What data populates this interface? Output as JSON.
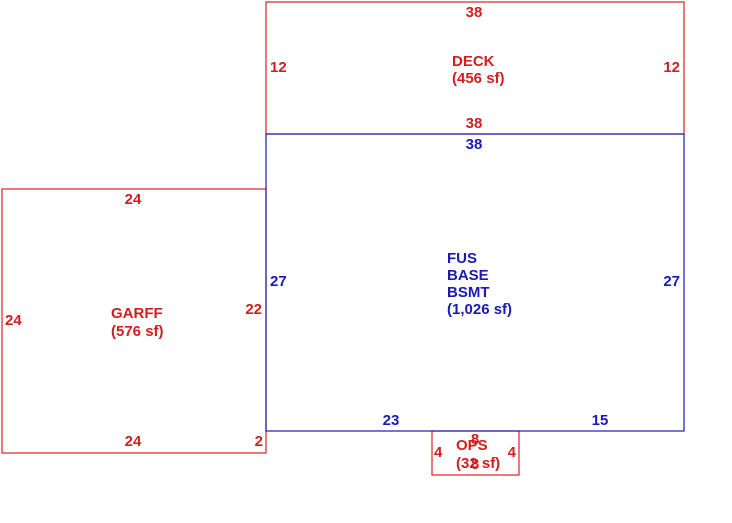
{
  "colors": {
    "garage_deck_porch": "#d21e1e",
    "main": "#1a1ab4"
  },
  "areas": {
    "deck": {
      "name": "DECK",
      "area": "(456 sf)",
      "dims": {
        "top": "38",
        "bottom": "38",
        "left": "12",
        "right": "12"
      }
    },
    "main": {
      "line1": "FUS",
      "line2": "BASE",
      "line3": "BSMT",
      "area": "(1,026 sf)",
      "dims": {
        "top": "38",
        "left": "27",
        "right": "27",
        "bottom_left": "23",
        "bottom_right": "15"
      }
    },
    "garage": {
      "name": "GARFF",
      "area": "(576 sf)",
      "dims": {
        "top": "24",
        "bottom": "24",
        "left": "24",
        "right": "22",
        "offset": "2"
      }
    },
    "porch": {
      "name": "OPS",
      "area": "(32 sf)",
      "dims": {
        "left": "4",
        "right": "4",
        "top": "8",
        "bottom": "8"
      }
    }
  }
}
